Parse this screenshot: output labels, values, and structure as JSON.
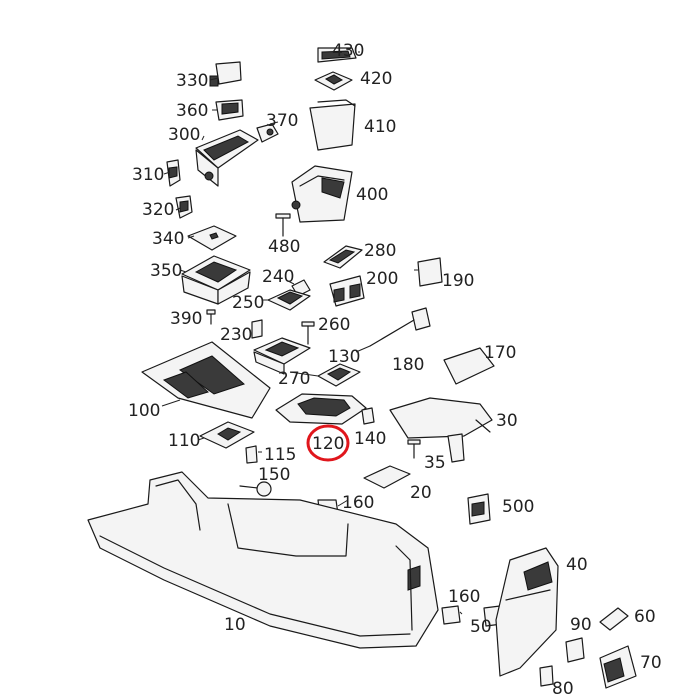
{
  "diagram": {
    "highlight_color": "#e0161c",
    "callouts": [
      {
        "id": "430",
        "label": "430"
      },
      {
        "id": "420",
        "label": "420"
      },
      {
        "id": "330",
        "label": "330"
      },
      {
        "id": "410",
        "label": "410"
      },
      {
        "id": "360",
        "label": "360"
      },
      {
        "id": "370",
        "label": "370"
      },
      {
        "id": "300",
        "label": "300"
      },
      {
        "id": "310",
        "label": "310"
      },
      {
        "id": "400",
        "label": "400"
      },
      {
        "id": "320",
        "label": "320"
      },
      {
        "id": "340",
        "label": "340"
      },
      {
        "id": "480",
        "label": "480"
      },
      {
        "id": "280",
        "label": "280"
      },
      {
        "id": "350",
        "label": "350"
      },
      {
        "id": "240",
        "label": "240"
      },
      {
        "id": "200",
        "label": "200"
      },
      {
        "id": "190",
        "label": "190"
      },
      {
        "id": "250",
        "label": "250"
      },
      {
        "id": "390",
        "label": "390"
      },
      {
        "id": "230",
        "label": "230"
      },
      {
        "id": "260",
        "label": "260"
      },
      {
        "id": "130",
        "label": "130"
      },
      {
        "id": "180",
        "label": "180"
      },
      {
        "id": "170",
        "label": "170"
      },
      {
        "id": "270",
        "label": "270"
      },
      {
        "id": "100",
        "label": "100"
      },
      {
        "id": "30",
        "label": "30"
      },
      {
        "id": "110",
        "label": "110"
      },
      {
        "id": "140",
        "label": "140"
      },
      {
        "id": "120",
        "label": "120"
      },
      {
        "id": "115",
        "label": "115"
      },
      {
        "id": "35",
        "label": "35"
      },
      {
        "id": "150",
        "label": "150"
      },
      {
        "id": "20",
        "label": "20"
      },
      {
        "id": "160a",
        "label": "160"
      },
      {
        "id": "500",
        "label": "500"
      },
      {
        "id": "40",
        "label": "40"
      },
      {
        "id": "10",
        "label": "10"
      },
      {
        "id": "160b",
        "label": "160"
      },
      {
        "id": "50",
        "label": "50"
      },
      {
        "id": "90",
        "label": "90"
      },
      {
        "id": "60",
        "label": "60"
      },
      {
        "id": "70",
        "label": "70"
      },
      {
        "id": "80",
        "label": "80"
      }
    ],
    "highlighted_callout": "120"
  }
}
